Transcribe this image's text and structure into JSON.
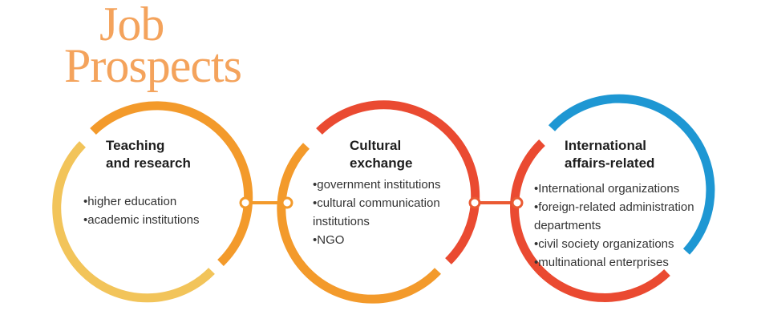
{
  "title": {
    "line1": "Job",
    "line2": "Prospects"
  },
  "colors": {
    "title": "#f4a35c",
    "orange": "#f39a2b",
    "yellow": "#f2c45a",
    "red": "#ea4a31",
    "blue": "#1e97d3",
    "connector": "#ea5a33"
  },
  "cards": [
    {
      "heading_lines": [
        "Teaching",
        "and research"
      ],
      "items": [
        "higher education",
        "academic institutions"
      ]
    },
    {
      "heading_lines": [
        "Cultural",
        "exchange"
      ],
      "items": [
        "government institutions",
        "cultural communication institutions",
        "NGO"
      ]
    },
    {
      "heading_lines": [
        "International",
        "affairs-related"
      ],
      "items": [
        "International organizations",
        "foreign-related administration departments",
        "civil society organizations",
        "multinational enterprises"
      ]
    }
  ]
}
